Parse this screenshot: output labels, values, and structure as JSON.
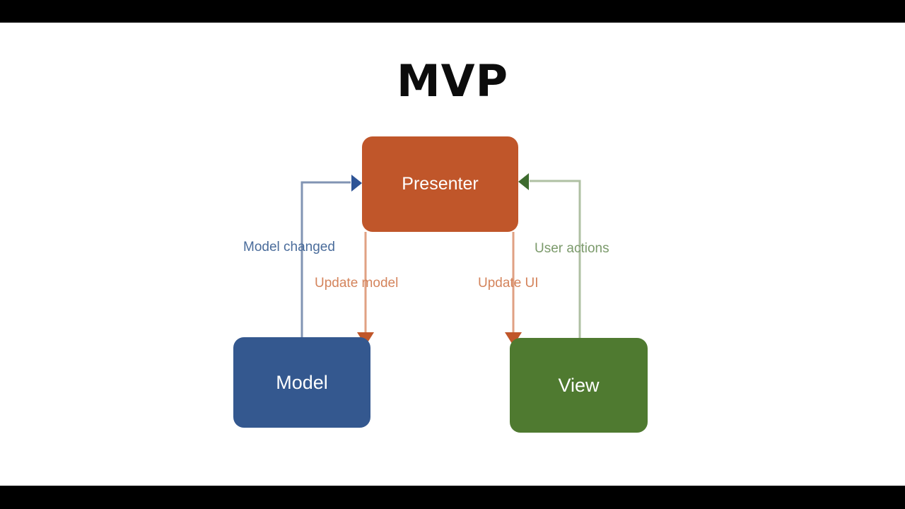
{
  "slide": {
    "title": "MVP",
    "background": "#ffffff",
    "letterbox_color": "#000000"
  },
  "diagram": {
    "type": "flow",
    "nodes": [
      {
        "id": "presenter",
        "label": "Presenter",
        "color": "#C0562A",
        "text_color": "#ffffff"
      },
      {
        "id": "model",
        "label": "Model",
        "color": "#34588F",
        "text_color": "#ffffff"
      },
      {
        "id": "view",
        "label": "View",
        "color": "#4F7A30",
        "text_color": "#ffffff"
      }
    ],
    "edges": [
      {
        "id": "model-changed",
        "label": "Model changed",
        "from": "model",
        "to": "presenter",
        "color": "#4A6C9B",
        "arrow": "to-presenter"
      },
      {
        "id": "update-model",
        "label": "Update model",
        "from": "presenter",
        "to": "model",
        "color": "#D4845C",
        "arrow": "to-model"
      },
      {
        "id": "update-ui",
        "label": "Update UI",
        "from": "presenter",
        "to": "view",
        "color": "#D4845C",
        "arrow": "to-view"
      },
      {
        "id": "user-actions",
        "label": "User actions",
        "from": "view",
        "to": "presenter",
        "color": "#7B9A6B",
        "arrow": "to-presenter"
      }
    ]
  }
}
